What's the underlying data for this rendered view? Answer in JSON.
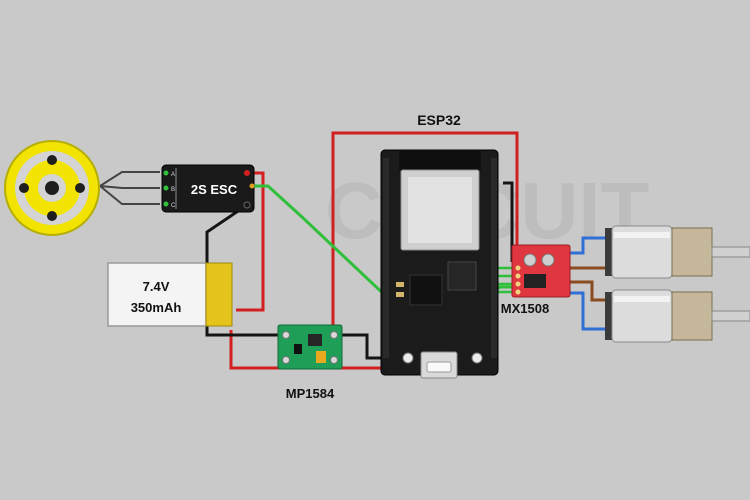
{
  "labels": {
    "esp32": "ESP32",
    "esc": "2S ESC",
    "battery_voltage": "7.4V",
    "battery_capacity": "350mAh",
    "buck": "MP1584",
    "driver": "MX1508"
  },
  "esc_pins": [
    "A",
    "B",
    "C"
  ],
  "watermark": "CIRCUIT",
  "colors": {
    "background": "#c9c9c9",
    "wire_red": "#d21f1f",
    "wire_black": "#151515",
    "wire_green": "#2fbf3a",
    "wire_blue": "#2f6fd6",
    "wire_brown": "#8a4b1e",
    "motor_yellow": "#f2e400",
    "esp32_board": "#1b1b1b",
    "buck_board": "#1f9e57",
    "driver_board": "#e0363f",
    "battery_yellow": "#e4c41a"
  }
}
